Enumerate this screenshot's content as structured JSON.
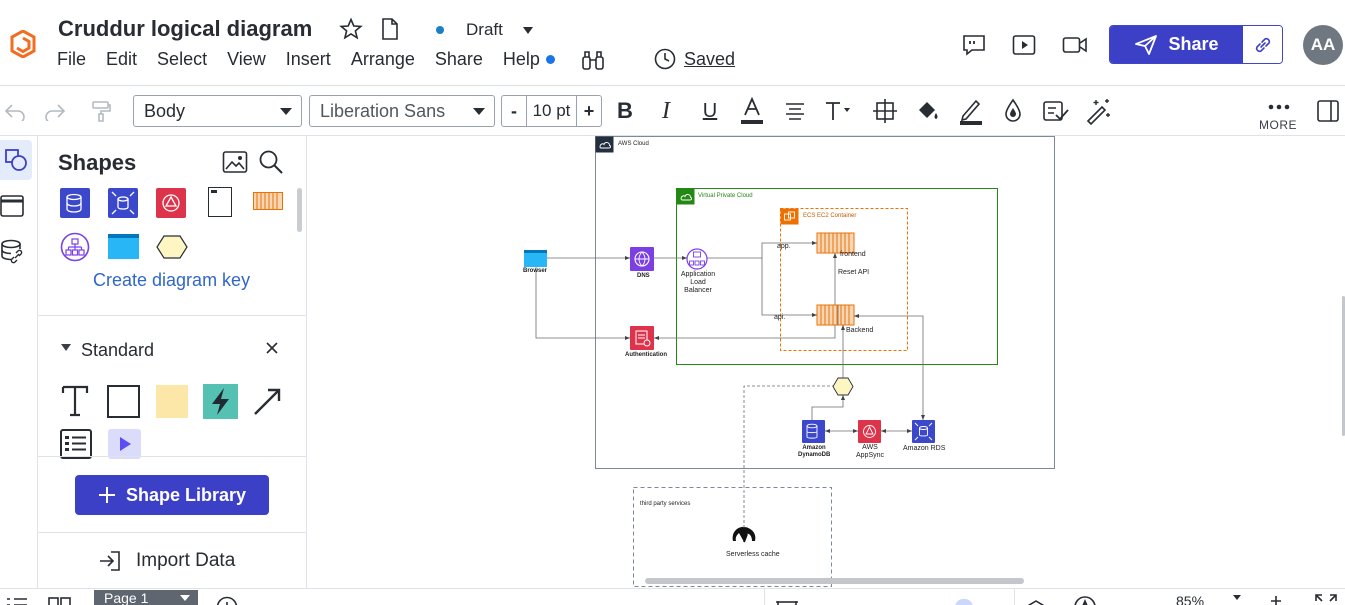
{
  "header": {
    "title": "Cruddur logical diagram",
    "status": "Draft",
    "saved_label": "Saved",
    "share_label": "Share",
    "avatar_initials": "AA",
    "menu": [
      "File",
      "Edit",
      "Select",
      "View",
      "Insert",
      "Arrange",
      "Share",
      "Help"
    ]
  },
  "toolbar": {
    "style_select": "Body",
    "font_select": "Liberation Sans",
    "font_size": "10 pt",
    "minus": "-",
    "plus": "+",
    "more_label": "MORE"
  },
  "shapes_panel": {
    "title": "Shapes",
    "create_key_label": "Create diagram key",
    "standard_label": "Standard",
    "shape_library_label": "Shape Library",
    "import_data_label": "Import Data"
  },
  "diagram": {
    "aws_cloud": "AWS Cloud",
    "vpc": "Virtual Private Cloud",
    "ecs": "ECS EC2 Container",
    "browser": "Browser",
    "dns": "DNS",
    "alb_line1": "Application",
    "alb_line2": "Load",
    "alb_line3": "Balancer",
    "app_label": "app.",
    "api_label": "api.",
    "frontend": "frontend",
    "rest_api": "Reset API",
    "backend": "Backend",
    "authentication": "Authentication",
    "dynamo_line1": "Amazon",
    "dynamo_line2": "DynamoDB",
    "appsync_line1": "AWS",
    "appsync_line2": "AppSync",
    "rds": "Amazon RDS",
    "third_party": "third party services",
    "cache": "Serverless cache"
  },
  "bottom": {
    "page_tab": "Page 1",
    "zoom": "85%"
  },
  "colors": {
    "brand": "#3c40c6",
    "link": "#3167c7",
    "aws_purple": "#7b3fe4",
    "aws_red": "#dd344c",
    "aws_blue": "#3b48cc",
    "aws_orange": "#ed7100",
    "vpc_green": "#248814"
  }
}
